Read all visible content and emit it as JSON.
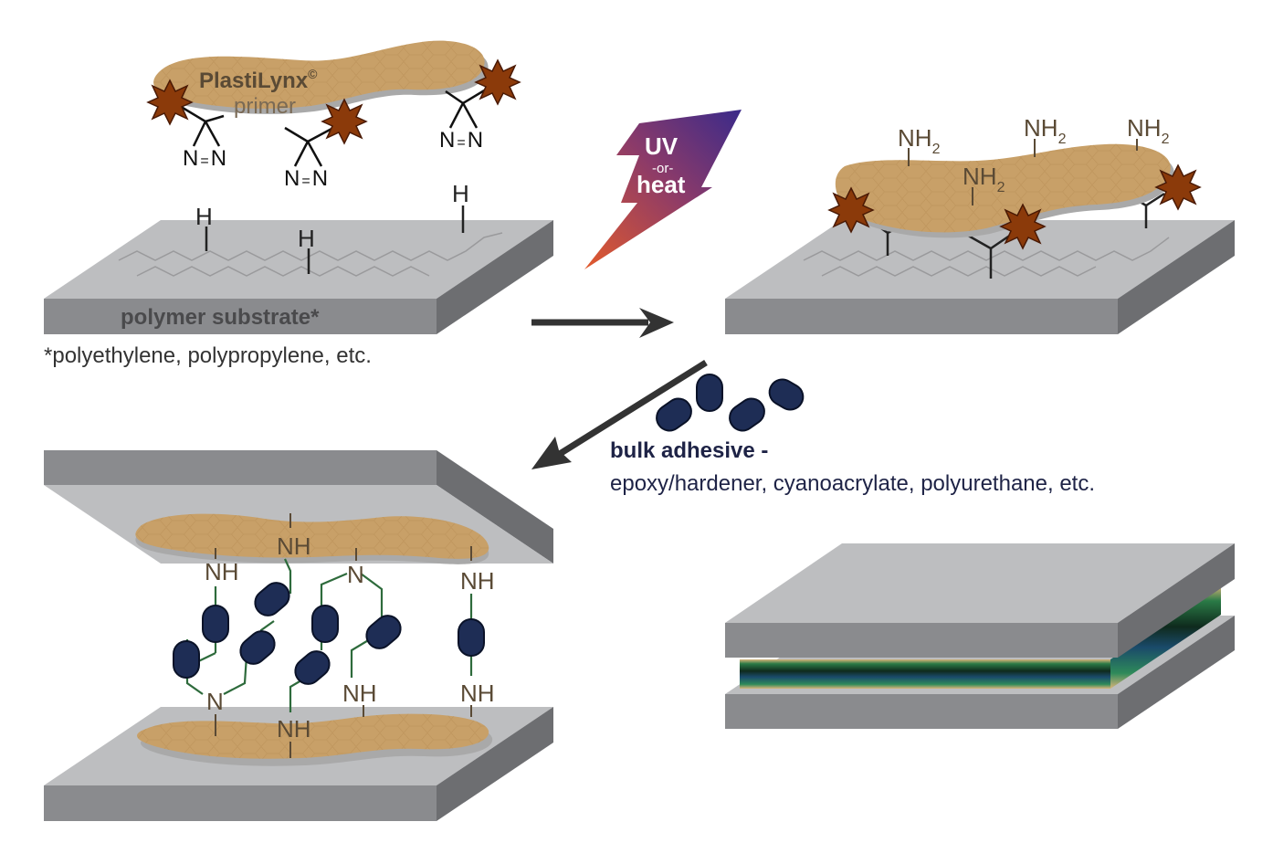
{
  "primer": {
    "brand": "PlastiLynx",
    "registered": "©",
    "word": "primer"
  },
  "atoms": {
    "H": "H",
    "N": "N",
    "NH": "NH",
    "NH2": "NH",
    "sub2": "2"
  },
  "substrate": {
    "label": "polymer substrate*",
    "footnote": "*polyethylene, polypropylene, etc."
  },
  "activation": {
    "line1": "UV",
    "line2": "-or-",
    "line3": "heat"
  },
  "adhesive": {
    "title": "bulk adhesive -",
    "examples": "epoxy/hardener, cyanoacrylate, polyurethane, etc."
  },
  "colors": {
    "primer": "#c8a068",
    "primer_edge": "#a9a9a9",
    "star": "#8b3a0a",
    "adhesive": "#1e2d55",
    "slab_top": "#bdbec0",
    "slab_front": "#8a8b8e",
    "slab_side": "#6d6e71",
    "arrow": "#333333",
    "amine_text": "#5a4a35",
    "linker": "#2e6b3c"
  }
}
